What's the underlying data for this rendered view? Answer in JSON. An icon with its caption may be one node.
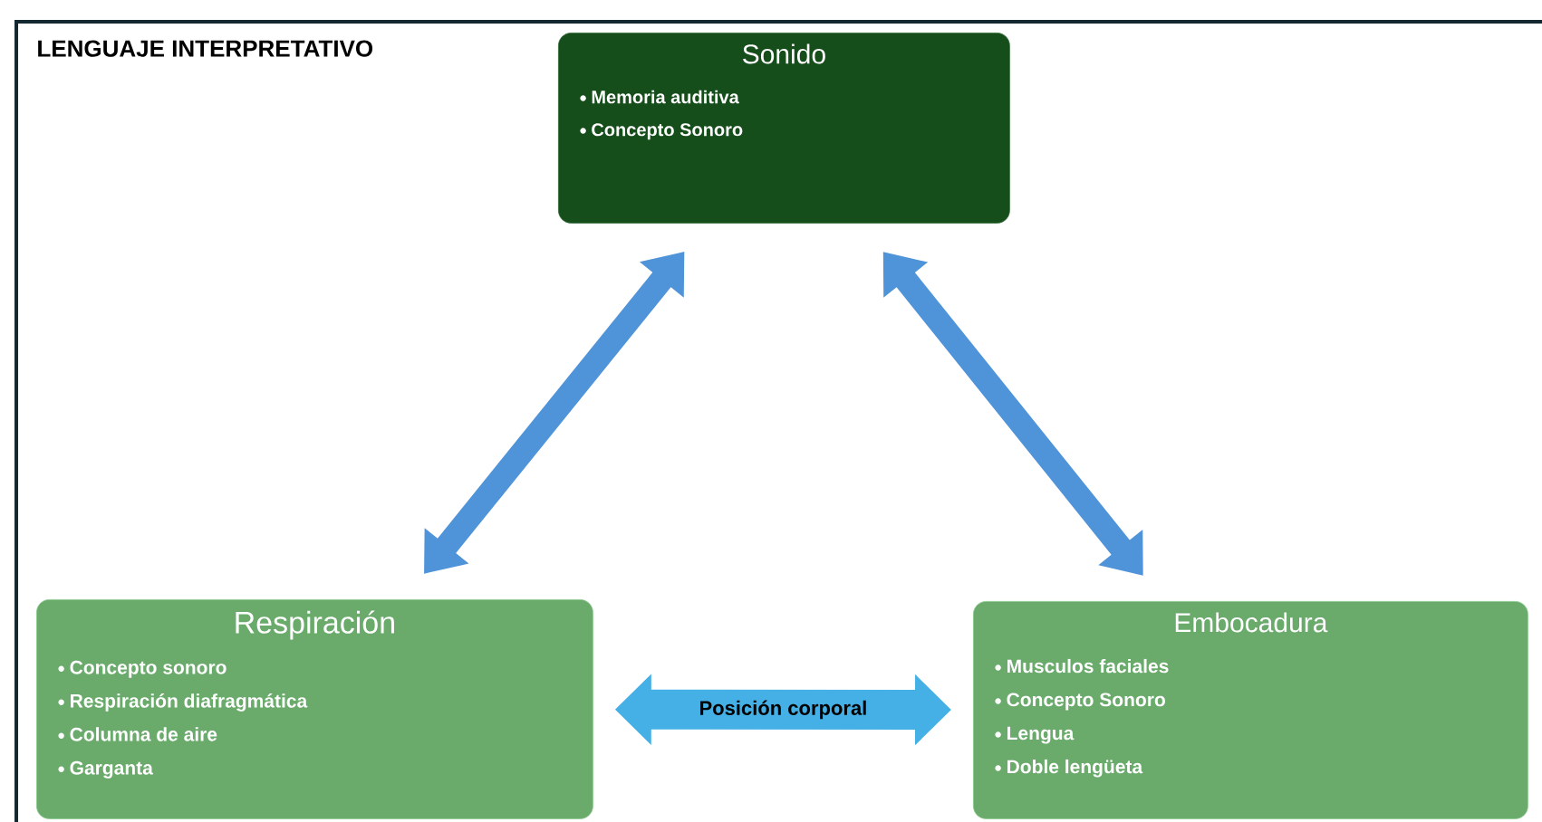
{
  "diagram": {
    "title": "LENGUAJE INTERPRETATIVO",
    "nodes": [
      {
        "text": [
          "Sonido",
          "Memoria auditiva",
          "Concepto Sonoro"
        ]
      },
      {
        "text": [
          "Respiración",
          "Concepto sonoro",
          "Respiración diafragmática",
          "Columna de aire",
          "Garganta"
        ]
      },
      {
        "text": [
          "Embocadura",
          "Musculos faciales",
          "Concepto Sonoro",
          "Lengua",
          "Doble lengüeta"
        ]
      }
    ],
    "edges": [
      {
        "from": 0,
        "to": 1,
        "arrow": "both"
      },
      {
        "from": 0,
        "to": 2,
        "arrow": "both"
      },
      {
        "from": 1,
        "to": 2,
        "arrow": "both",
        "label": "Posición corporal",
        "color": "#45b0e5"
      }
    ]
  }
}
